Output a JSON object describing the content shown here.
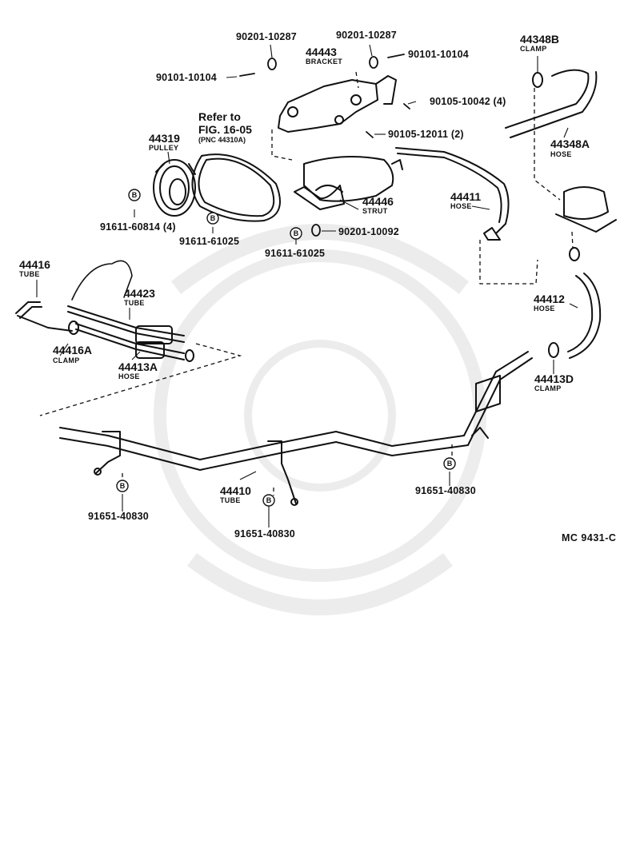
{
  "labels": {
    "p90201_10287_a": "90201-10287",
    "p90201_10287_b": "90201-10287",
    "p90101_10104_a": "90101-10104",
    "p90101_10104_b": "90101-10104",
    "p44443": "44443",
    "p44443_name": "BRACKET",
    "p44348B": "44348B",
    "p44348B_name": "CLAMP",
    "p90105_10042": "90105-10042 (4)",
    "refer_line1": "Refer to",
    "refer_line2": "FIG. 16-05",
    "refer_line3": "(PNC 44310A)",
    "p44319": "44319",
    "p44319_name": "PULLEY",
    "p90105_12011": "90105-12011 (2)",
    "p44348A": "44348A",
    "p44348A_name": "HOSE",
    "p44446": "44446",
    "p44446_name": "STRUT",
    "p44411": "44411",
    "p44411_name": "HOSE",
    "p91611_60814": "91611-60814 (4)",
    "p91611_61025_a": "91611-61025",
    "p90201_10092": "90201-10092",
    "p91611_61025_b": "91611-61025",
    "p44416": "44416",
    "p44416_name": "TUBE",
    "p44423": "44423",
    "p44423_name": "TUBE",
    "p44412": "44412",
    "p44412_name": "HOSE",
    "p44416A": "44416A",
    "p44416A_name": "CLAMP",
    "p44413A": "44413A",
    "p44413A_name": "HOSE",
    "p44413D": "44413D",
    "p44413D_name": "CLAMP",
    "p44410": "44410",
    "p44410_name": "TUBE",
    "p91651_40830_a": "91651-40830",
    "p91651_40830_b": "91651-40830",
    "p91651_40830_c": "91651-40830",
    "diagram_code": "MC  9431-C",
    "b_marker": "B"
  }
}
